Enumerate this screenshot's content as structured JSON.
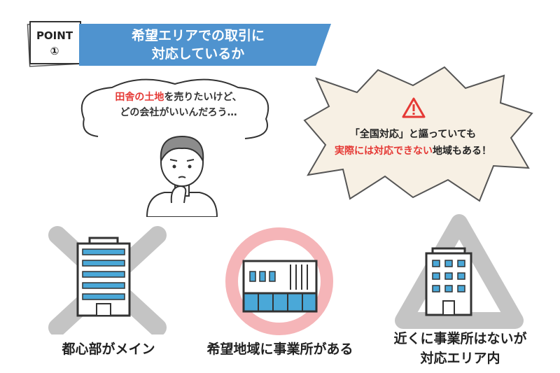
{
  "point": {
    "label": "POINT",
    "number": "①"
  },
  "banner": {
    "line1": "希望エリアでの取引に",
    "line2": "対応しているか"
  },
  "thought": {
    "line1_red": "田舎の土地",
    "line1_rest": "を売りたいけど、",
    "line2": "どの会社がいいんだろう…"
  },
  "warning": {
    "line1": "「全国対応」と謳っていても",
    "line2_red": "実際には対応できない",
    "line2_rest": "地域もある！"
  },
  "options": [
    {
      "mark": "cross",
      "label": "都心部がメイン"
    },
    {
      "mark": "circle",
      "label": "希望地域に事業所がある"
    },
    {
      "mark": "triangle",
      "label_line1": "近くに事業所はないが",
      "label_line2": "対応エリア内"
    }
  ],
  "colors": {
    "banner": "#4f93cf",
    "accent_red": "#e53935",
    "burst_fill": "#f7f0e4",
    "circle_mark": "#f5b5b8",
    "mark_gray": "#c4c4c4",
    "window_blue": "#4aa8d8"
  }
}
